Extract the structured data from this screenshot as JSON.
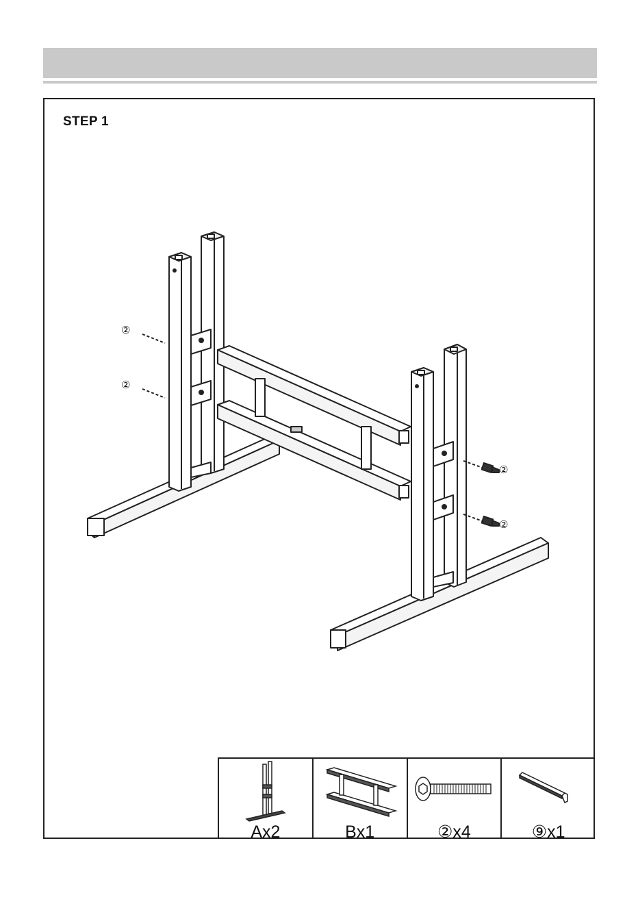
{
  "step": {
    "title": "STEP 1"
  },
  "callouts": [
    "②",
    "②",
    "②",
    "②"
  ],
  "parts": [
    {
      "label": "Ax2",
      "icon": "leg-frame-icon"
    },
    {
      "label": "Bx1",
      "icon": "crossbar-frame-icon"
    },
    {
      "label": "②x4",
      "icon": "bolt-icon"
    },
    {
      "label": "⑨x1",
      "icon": "allen-key-icon"
    }
  ]
}
